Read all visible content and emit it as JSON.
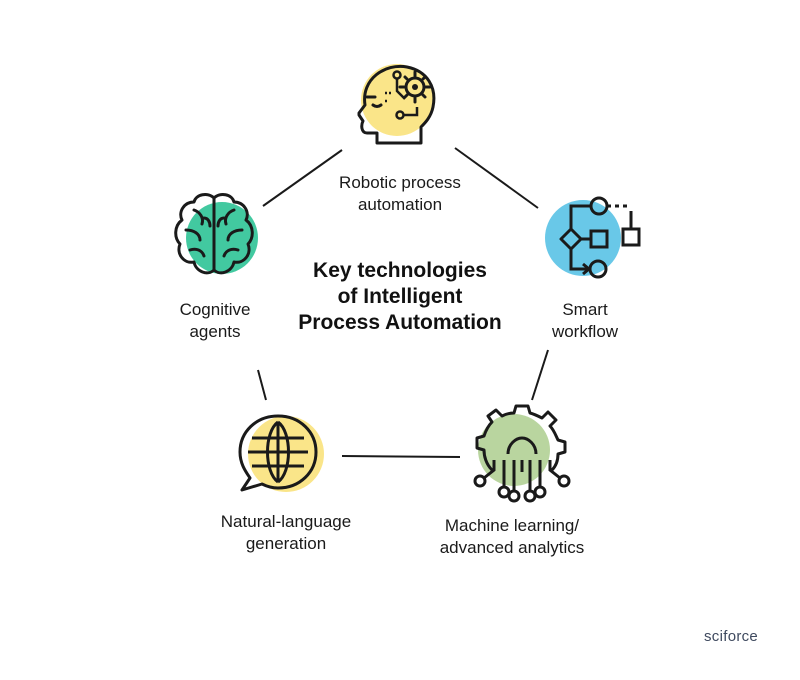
{
  "diagram": {
    "title_lines": [
      "Key technologies",
      "of Intelligent",
      "Process Automation"
    ],
    "nodes": [
      {
        "id": "rpa",
        "label_lines": [
          "Robotic process",
          "automation"
        ],
        "icon": "robot-head-gears-icon",
        "accent": "#fae589"
      },
      {
        "id": "workflow",
        "label_lines": [
          "Smart",
          "workflow"
        ],
        "icon": "flowchart-icon",
        "accent": "#69c8e8"
      },
      {
        "id": "ml",
        "label_lines": [
          "Machine learning/",
          "advanced analytics"
        ],
        "icon": "gear-circuit-icon",
        "accent": "#b9d59f"
      },
      {
        "id": "nlg",
        "label_lines": [
          "Natural-language",
          "generation"
        ],
        "icon": "globe-speech-bubble-icon",
        "accent": "#fae589"
      },
      {
        "id": "cognitive",
        "label_lines": [
          "Cognitive",
          "agents"
        ],
        "icon": "brain-icon",
        "accent": "#42c9a0"
      }
    ],
    "edges": [
      [
        "rpa",
        "workflow"
      ],
      [
        "workflow",
        "ml"
      ],
      [
        "ml",
        "nlg"
      ],
      [
        "nlg",
        "cognitive"
      ],
      [
        "cognitive",
        "rpa"
      ]
    ]
  },
  "brand": {
    "name": "sciforce"
  }
}
